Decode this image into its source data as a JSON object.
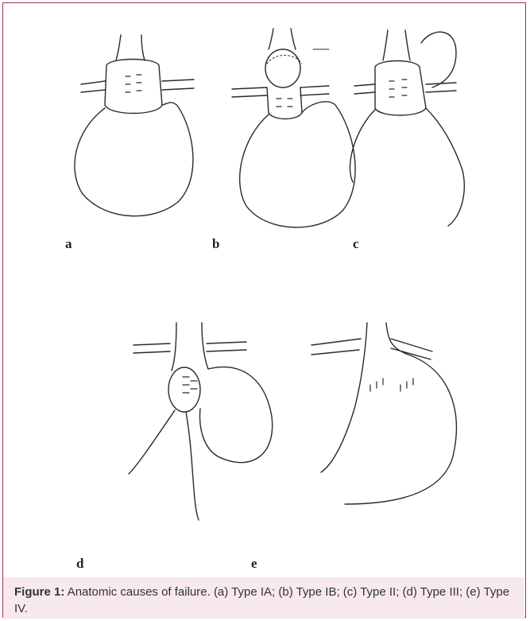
{
  "figure": {
    "panel_letters": [
      "a",
      "b",
      "c",
      "d",
      "e"
    ],
    "caption_label": "Figure 1:",
    "caption_text": " Anatomic causes of failure.  (a) Type IA; (b) Type IB; (c) Type II; (d) Type III; (e) Type IV.",
    "frame_color": "#a3324d",
    "caption_bg": "#f7e9ed"
  }
}
